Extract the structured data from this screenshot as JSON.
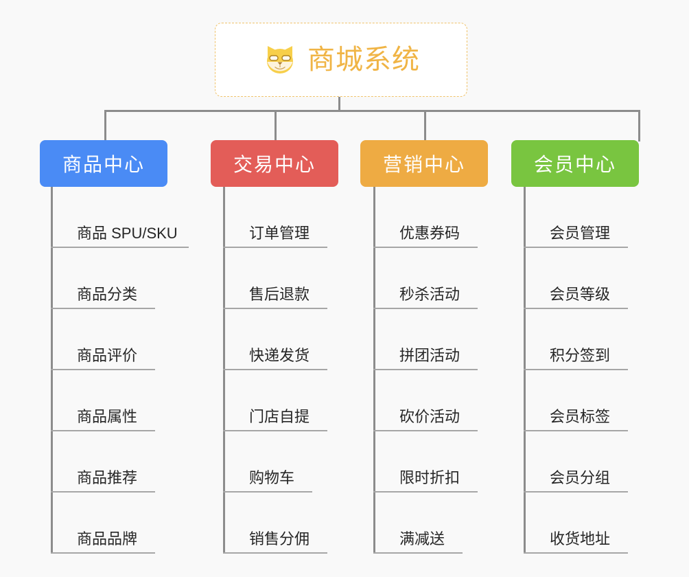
{
  "background_color": "#f9f9f9",
  "root": {
    "title": "商城系统",
    "icon": "shiba-dog-icon",
    "text_color": "#f0b445",
    "border_color": "#f0c36a",
    "background_color": "#ffffff"
  },
  "connector_color": "#8c8c8c",
  "columns": [
    {
      "id": "product-center",
      "title": "商品中心",
      "color": "#4a8bf5",
      "items": [
        "商品 SPU/SKU",
        "商品分类",
        "商品评价",
        "商品属性",
        "商品推荐",
        "商品品牌"
      ]
    },
    {
      "id": "trade-center",
      "title": "交易中心",
      "color": "#e35d58",
      "items": [
        "订单管理",
        "售后退款",
        "快递发货",
        "门店自提",
        "购物车",
        "销售分佣"
      ]
    },
    {
      "id": "marketing-center",
      "title": "营销中心",
      "color": "#eeab43",
      "items": [
        "优惠券码",
        "秒杀活动",
        "拼团活动",
        "砍价活动",
        "限时折扣",
        "满减送"
      ]
    },
    {
      "id": "member-center",
      "title": "会员中心",
      "color": "#79c540",
      "items": [
        "会员管理",
        "会员等级",
        "积分签到",
        "会员标签",
        "会员分组",
        "收货地址"
      ]
    }
  ]
}
